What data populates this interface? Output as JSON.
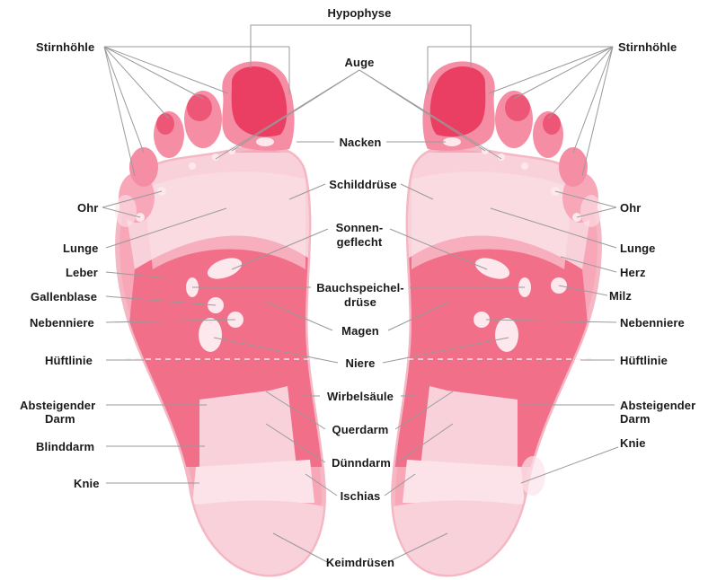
{
  "colors": {
    "outline": "#f4b7c3",
    "sole": "#f7a7b8",
    "toe": "#f58ea4",
    "toe_tip": "#ea3f63",
    "zone_light": "#f9d1da",
    "zone_mid": "#f26f8a",
    "zone_pale": "#fbe3e9",
    "spot": "#fde8ed",
    "leader": "#9a9a9a",
    "text": "#1a1a1a"
  },
  "labels": {
    "hypophyse": "Hypophyse",
    "auge": "Auge",
    "stirnhoehle_left": "Stirnhöhle",
    "stirnhoehle_right": "Stirnhöhle",
    "nacken": "Nacken",
    "schilddruese": "Schilddrüse",
    "ohr_left": "Ohr",
    "ohr_right": "Ohr",
    "sonnengeflecht_1": "Sonnen-",
    "sonnengeflecht_2": "geflecht",
    "lunge_left": "Lunge",
    "lunge_right": "Lunge",
    "leber": "Leber",
    "herz": "Herz",
    "bauchspeichel_1": "Bauchspeichel-",
    "bauchspeichel_2": "drüse",
    "gallenblase": "Gallenblase",
    "milz": "Milz",
    "nebenniere_left": "Nebenniere",
    "nebenniere_right": "Nebenniere",
    "magen": "Magen",
    "hueftlinie_left": "Hüftlinie",
    "hueftlinie_right": "Hüftlinie",
    "niere": "Niere",
    "wirbelsaeule": "Wirbelsäule",
    "absteigender_left_1": "Absteigender",
    "absteigender_left_2": "Darm",
    "absteigender_right_1": "Absteigender",
    "absteigender_right_2": "Darm",
    "querdarm": "Querdarm",
    "blinddarm": "Blinddarm",
    "knie_left": "Knie",
    "knie_right": "Knie",
    "duenndarm": "Dünndarm",
    "ischias": "Ischias",
    "keimdruesen": "Keimdrüsen"
  }
}
